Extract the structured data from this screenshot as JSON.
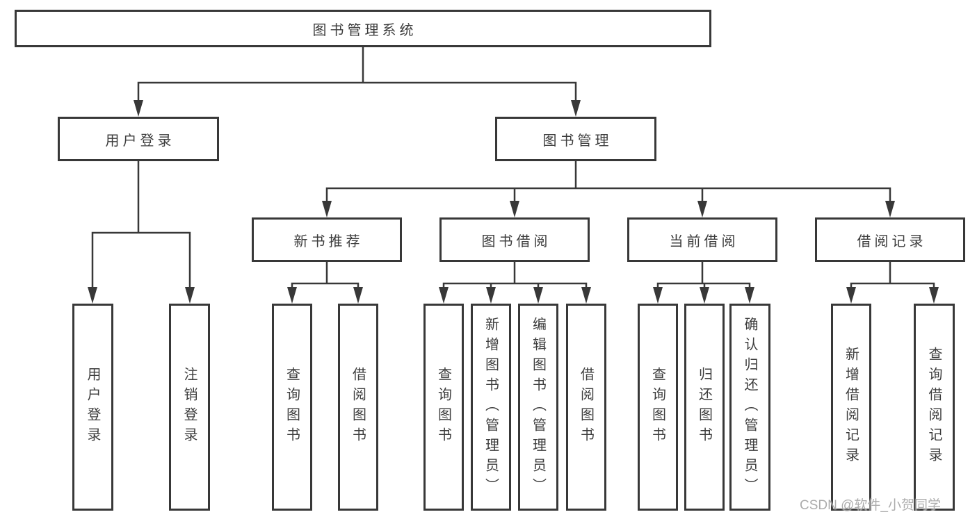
{
  "title": "图书管理系统",
  "colors": {
    "line": "#383838",
    "border": "#383838",
    "text": "#3d3d3d",
    "background": "#ffffff",
    "watermark": "#a6a6a6"
  },
  "tree": {
    "root": {
      "label": "图书管理系统"
    },
    "branches": [
      {
        "label": "用户登录",
        "children": [
          {
            "label": "用户登录"
          },
          {
            "label": "注销登录"
          }
        ]
      },
      {
        "label": "图书管理",
        "children": [
          {
            "label": "新书推荐",
            "children": [
              {
                "label": "查询图书"
              },
              {
                "label": "借阅图书"
              }
            ]
          },
          {
            "label": "图书借阅",
            "children": [
              {
                "label": "查询图书"
              },
              {
                "label": "新增图书（管理员）"
              },
              {
                "label": "编辑图书（管理员）"
              },
              {
                "label": "借阅图书"
              }
            ]
          },
          {
            "label": "当前借阅",
            "children": [
              {
                "label": "查询图书"
              },
              {
                "label": "归还图书"
              },
              {
                "label": "确认归还（管理员）"
              }
            ]
          },
          {
            "label": "借阅记录",
            "children": [
              {
                "label": "新增借阅记录"
              },
              {
                "label": "查询借阅记录"
              }
            ]
          }
        ]
      }
    ]
  },
  "watermark": {
    "text": "CSDN @软件_小贺同学"
  }
}
